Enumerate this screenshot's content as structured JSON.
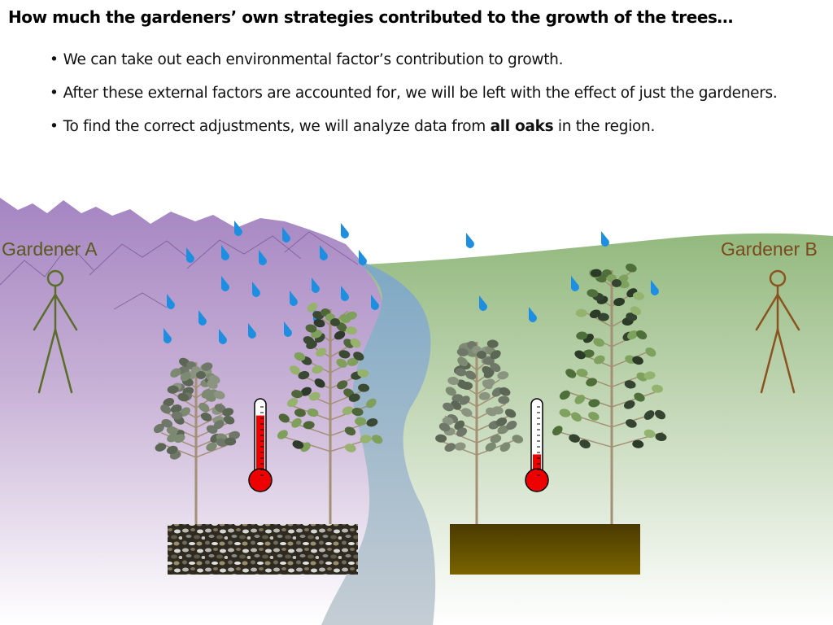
{
  "title": "How much the gardeners’ own strategies contributed to the growth of the trees…",
  "bullets": [
    {
      "text": "We can take out each environmental factor’s contribution to growth."
    },
    {
      "text": "After these external factors are accounted for, we will be left with the effect of just the gardeners."
    },
    {
      "before": "To find the correct adjustments, we will analyze data from ",
      "bold": "all oaks",
      "after": " in the region."
    }
  ],
  "gardener_a": {
    "label": "Gardener A",
    "color": "#5a5a1e"
  },
  "gardener_b": {
    "label": "Gardener B",
    "color": "#7a4a1e"
  },
  "thermometer_a": {
    "level": 0.82
  },
  "thermometer_b": {
    "level": 0.3
  },
  "colors": {
    "mountains": "#a585c2",
    "hill": "#93b97e",
    "river": "#8fb0c6",
    "rain": "#1e8fe0",
    "thermo_red": "#ee0000",
    "soil_b": "#6b5400",
    "trunk": "#a39075"
  }
}
